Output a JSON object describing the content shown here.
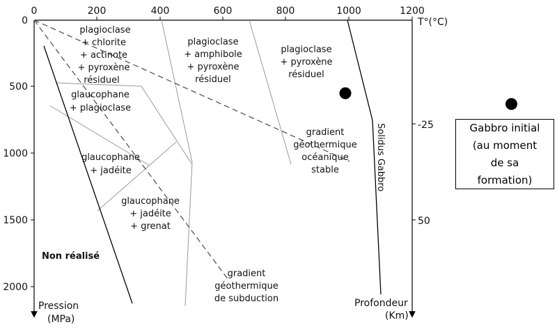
{
  "axes": {
    "temperature_ticks": [
      "0",
      "200",
      "400",
      "600",
      "800",
      "1000",
      "1200"
    ],
    "temperature_label": "T°(°C)",
    "pressure_ticks": [
      "0",
      "500",
      "1000",
      "1500",
      "2000"
    ],
    "pressure_label_1": "Pression",
    "pressure_label_2": "(MPa)",
    "depth_ticks": [
      "-25",
      "50"
    ],
    "depth_label_1": "Profondeur",
    "depth_label_2": "(Km)"
  },
  "zones": {
    "z1": [
      "plagioclase",
      "+ chlorite",
      "+ actinote",
      "+ pyroxène",
      "résiduel"
    ],
    "z2": [
      "plagioclase",
      "+ amphibole",
      "+ pyroxène",
      "résiduel"
    ],
    "z3": [
      "plagioclase",
      "+ pyroxène",
      "résiduel"
    ],
    "z4": [
      "glaucophane",
      "+ plagioclase"
    ],
    "z5": [
      "glaucophane",
      "+ jadéite"
    ],
    "z6": [
      "glaucophane",
      "+ jadéite",
      "+ grenat"
    ],
    "non_realise": "Non réalisé"
  },
  "labels": {
    "gradient_oceanic": [
      "gradient",
      "géothermique",
      "océanique",
      "stable"
    ],
    "gradient_subduction": [
      "gradient",
      "géothermique",
      "de subduction"
    ],
    "solidus": "Solidus Gabbro"
  },
  "legend": {
    "lines": [
      "Gabbro initial",
      "(au moment",
      "de sa",
      "formation)"
    ]
  },
  "marker": {
    "temperature_c": 990,
    "pressure_mpa": 560
  }
}
